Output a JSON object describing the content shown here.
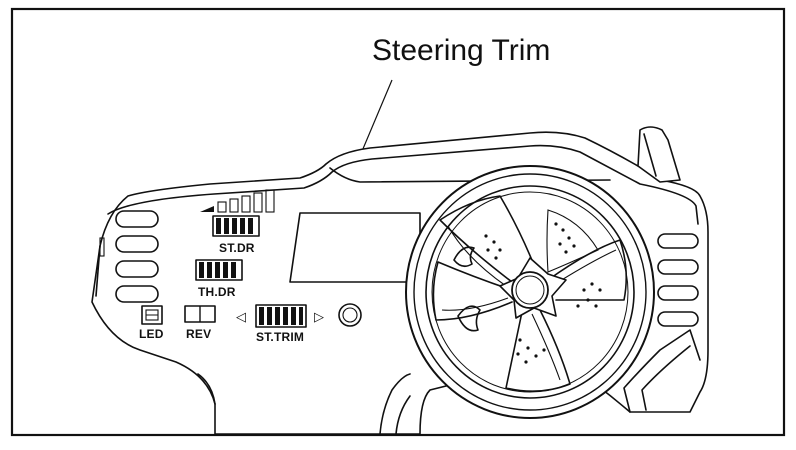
{
  "callout": {
    "text": "Steering Trim"
  },
  "controls": {
    "st_dr": "ST.DR",
    "th_dr": "TH.DR",
    "led": "LED",
    "rev": "REV",
    "st_trim": "ST.TRIM",
    "trim_left_arrow": "◁",
    "trim_right_arrow": "▷"
  },
  "icons": {
    "signal_bars": "signal-strength-icon",
    "bind_button": "round-button-icon",
    "wheel": "steering-wheel-icon"
  }
}
